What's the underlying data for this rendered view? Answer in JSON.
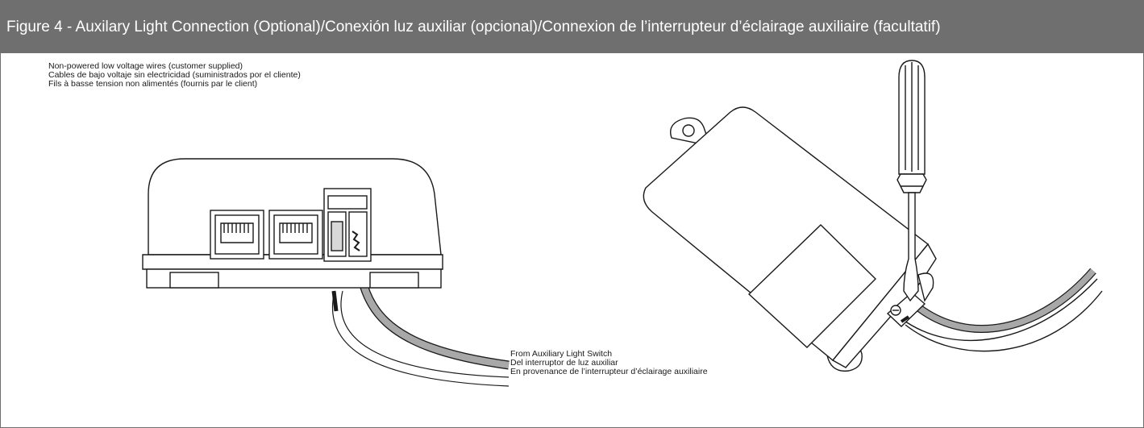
{
  "figure": {
    "title": "Figure 4 - Auxilary Light Connection (Optional)/Conexión luz auxiliar (opcional)/Connexion de l’interrupteur d’éclairage auxiliaire (facultatif)"
  },
  "wire_note": {
    "line_en": "Non-powered low voltage wires (customer supplied)",
    "line_es": "Cables de bajo voltaje sin electricidad (suministrados por el cliente)",
    "line_fr": "Fils à basse tension non alimentés (fournis par le client)"
  },
  "switch_note": {
    "line_en": "From Auxiliary Light Switch",
    "line_es": "Del interruptor de luz auxiliar",
    "line_fr": "En provenance de l’interrupteur d’éclairage auxiliaire"
  },
  "colors": {
    "header_bg": "#6f6f6f",
    "header_text": "#ffffff",
    "line": "#1a1a1a",
    "wire_gray": "#a8a8a8"
  }
}
